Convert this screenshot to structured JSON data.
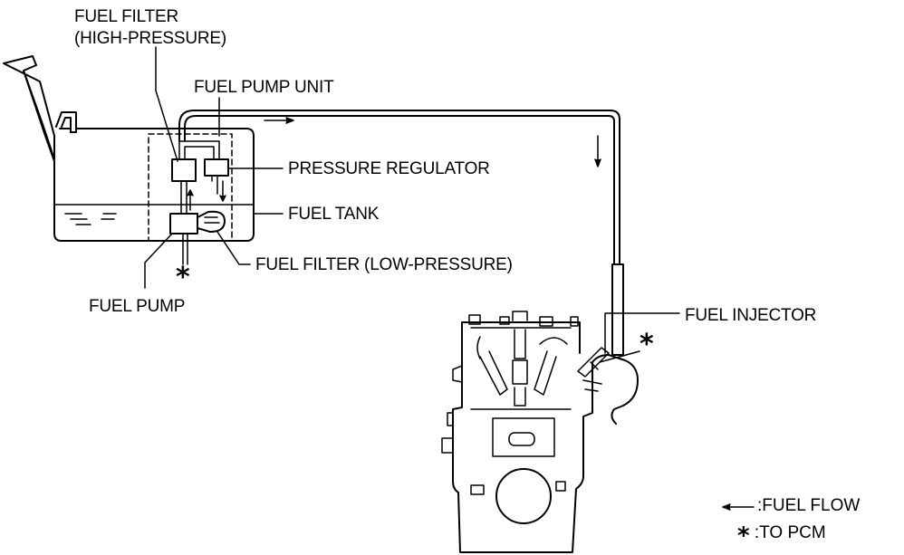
{
  "labels": {
    "fuel_filter_hp_line1": "FUEL FILTER",
    "fuel_filter_hp_line2": "(HIGH-PRESSURE)",
    "fuel_pump_unit": "FUEL PUMP UNIT",
    "pressure_regulator": "PRESSURE REGULATOR",
    "fuel_tank": "FUEL TANK",
    "fuel_filter_lp": "FUEL FILTER (LOW-PRESSURE)",
    "fuel_pump": "FUEL PUMP",
    "fuel_injector": "FUEL INJECTOR"
  },
  "markers": {
    "to_pcm_symbol": "*"
  },
  "legend": {
    "fuel_flow": ":FUEL FLOW",
    "to_pcm": ":TO PCM",
    "to_pcm_symbol": "*"
  }
}
